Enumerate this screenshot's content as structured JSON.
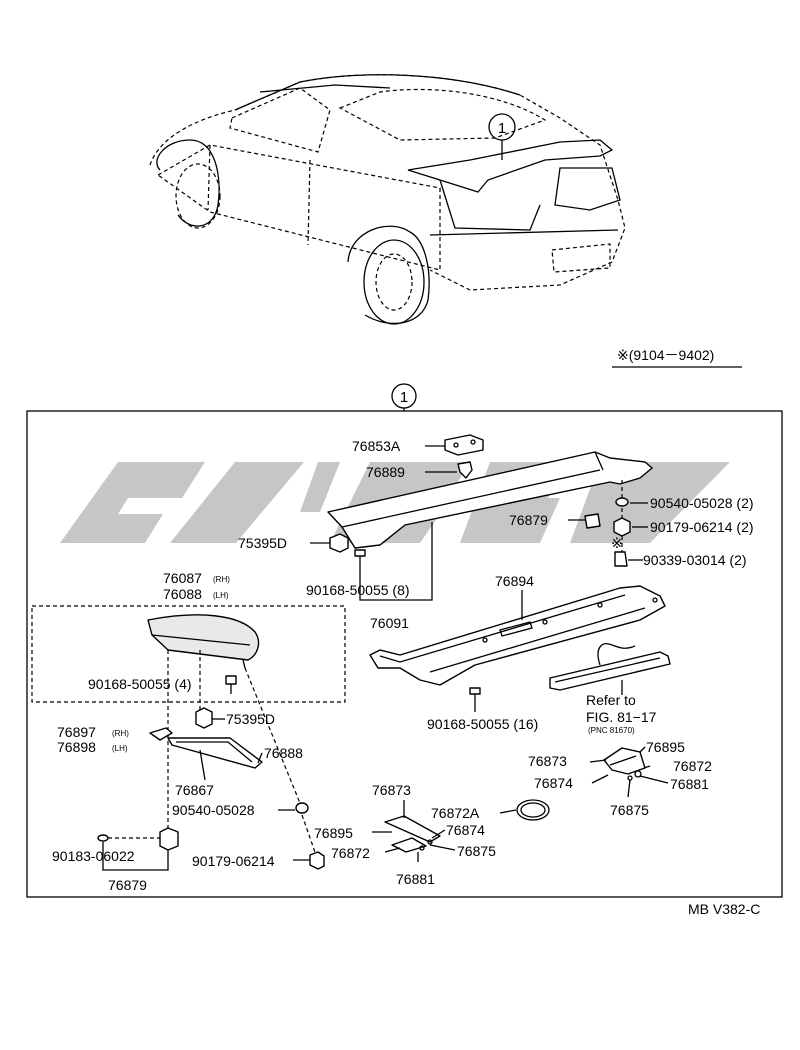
{
  "callout_number": "1",
  "date_range": "※(9104－9402)",
  "footer_code": "MB V382-C",
  "watermark_color": "#bdbdbd",
  "labels": {
    "p76853A": "76853A",
    "p76889": "76889",
    "p75395D_top": "75395D",
    "p90168_8": "90168-50055 (8)",
    "p76091": "76091",
    "p76879_top": "76879",
    "p90540_top": "90540-05028 (2)",
    "p90179_top": "90179-06214 (2)",
    "asterisk_mark": "※",
    "p90339": "90339-03014 (2)",
    "p76894": "76894",
    "p90168_16": "90168-50055 (16)",
    "refer_to": "Refer to",
    "refer_fig": "FIG. 81−17",
    "refer_pnc": "(PNC 81670)",
    "p76087": "76087",
    "p76087_side": "(RH)",
    "p76088": "76088",
    "p76088_side": "(LH)",
    "p90168_4": "90168-50055 (4)",
    "p75395D_mid": "75395D",
    "p76897": "76897",
    "p76897_side": "(RH)",
    "p76898": "76898",
    "p76898_side": "(LH)",
    "p76888": "76888",
    "p76867": "76867",
    "p90540_bot": "90540-05028",
    "p90183": "90183-06022",
    "p76879_bot": "76879",
    "p90179_bot": "90179-06214",
    "p76873_mid": "76873",
    "p76872A": "76872A",
    "p76895_mid": "76895",
    "p76874_mid": "76874",
    "p76872_mid": "76872",
    "p76875_mid": "76875",
    "p76881_mid": "76881",
    "p76873_r": "76873",
    "p76895_r": "76895",
    "p76872_r": "76872",
    "p76874_r": "76874",
    "p76881_r": "76881",
    "p76875_r": "76875"
  }
}
